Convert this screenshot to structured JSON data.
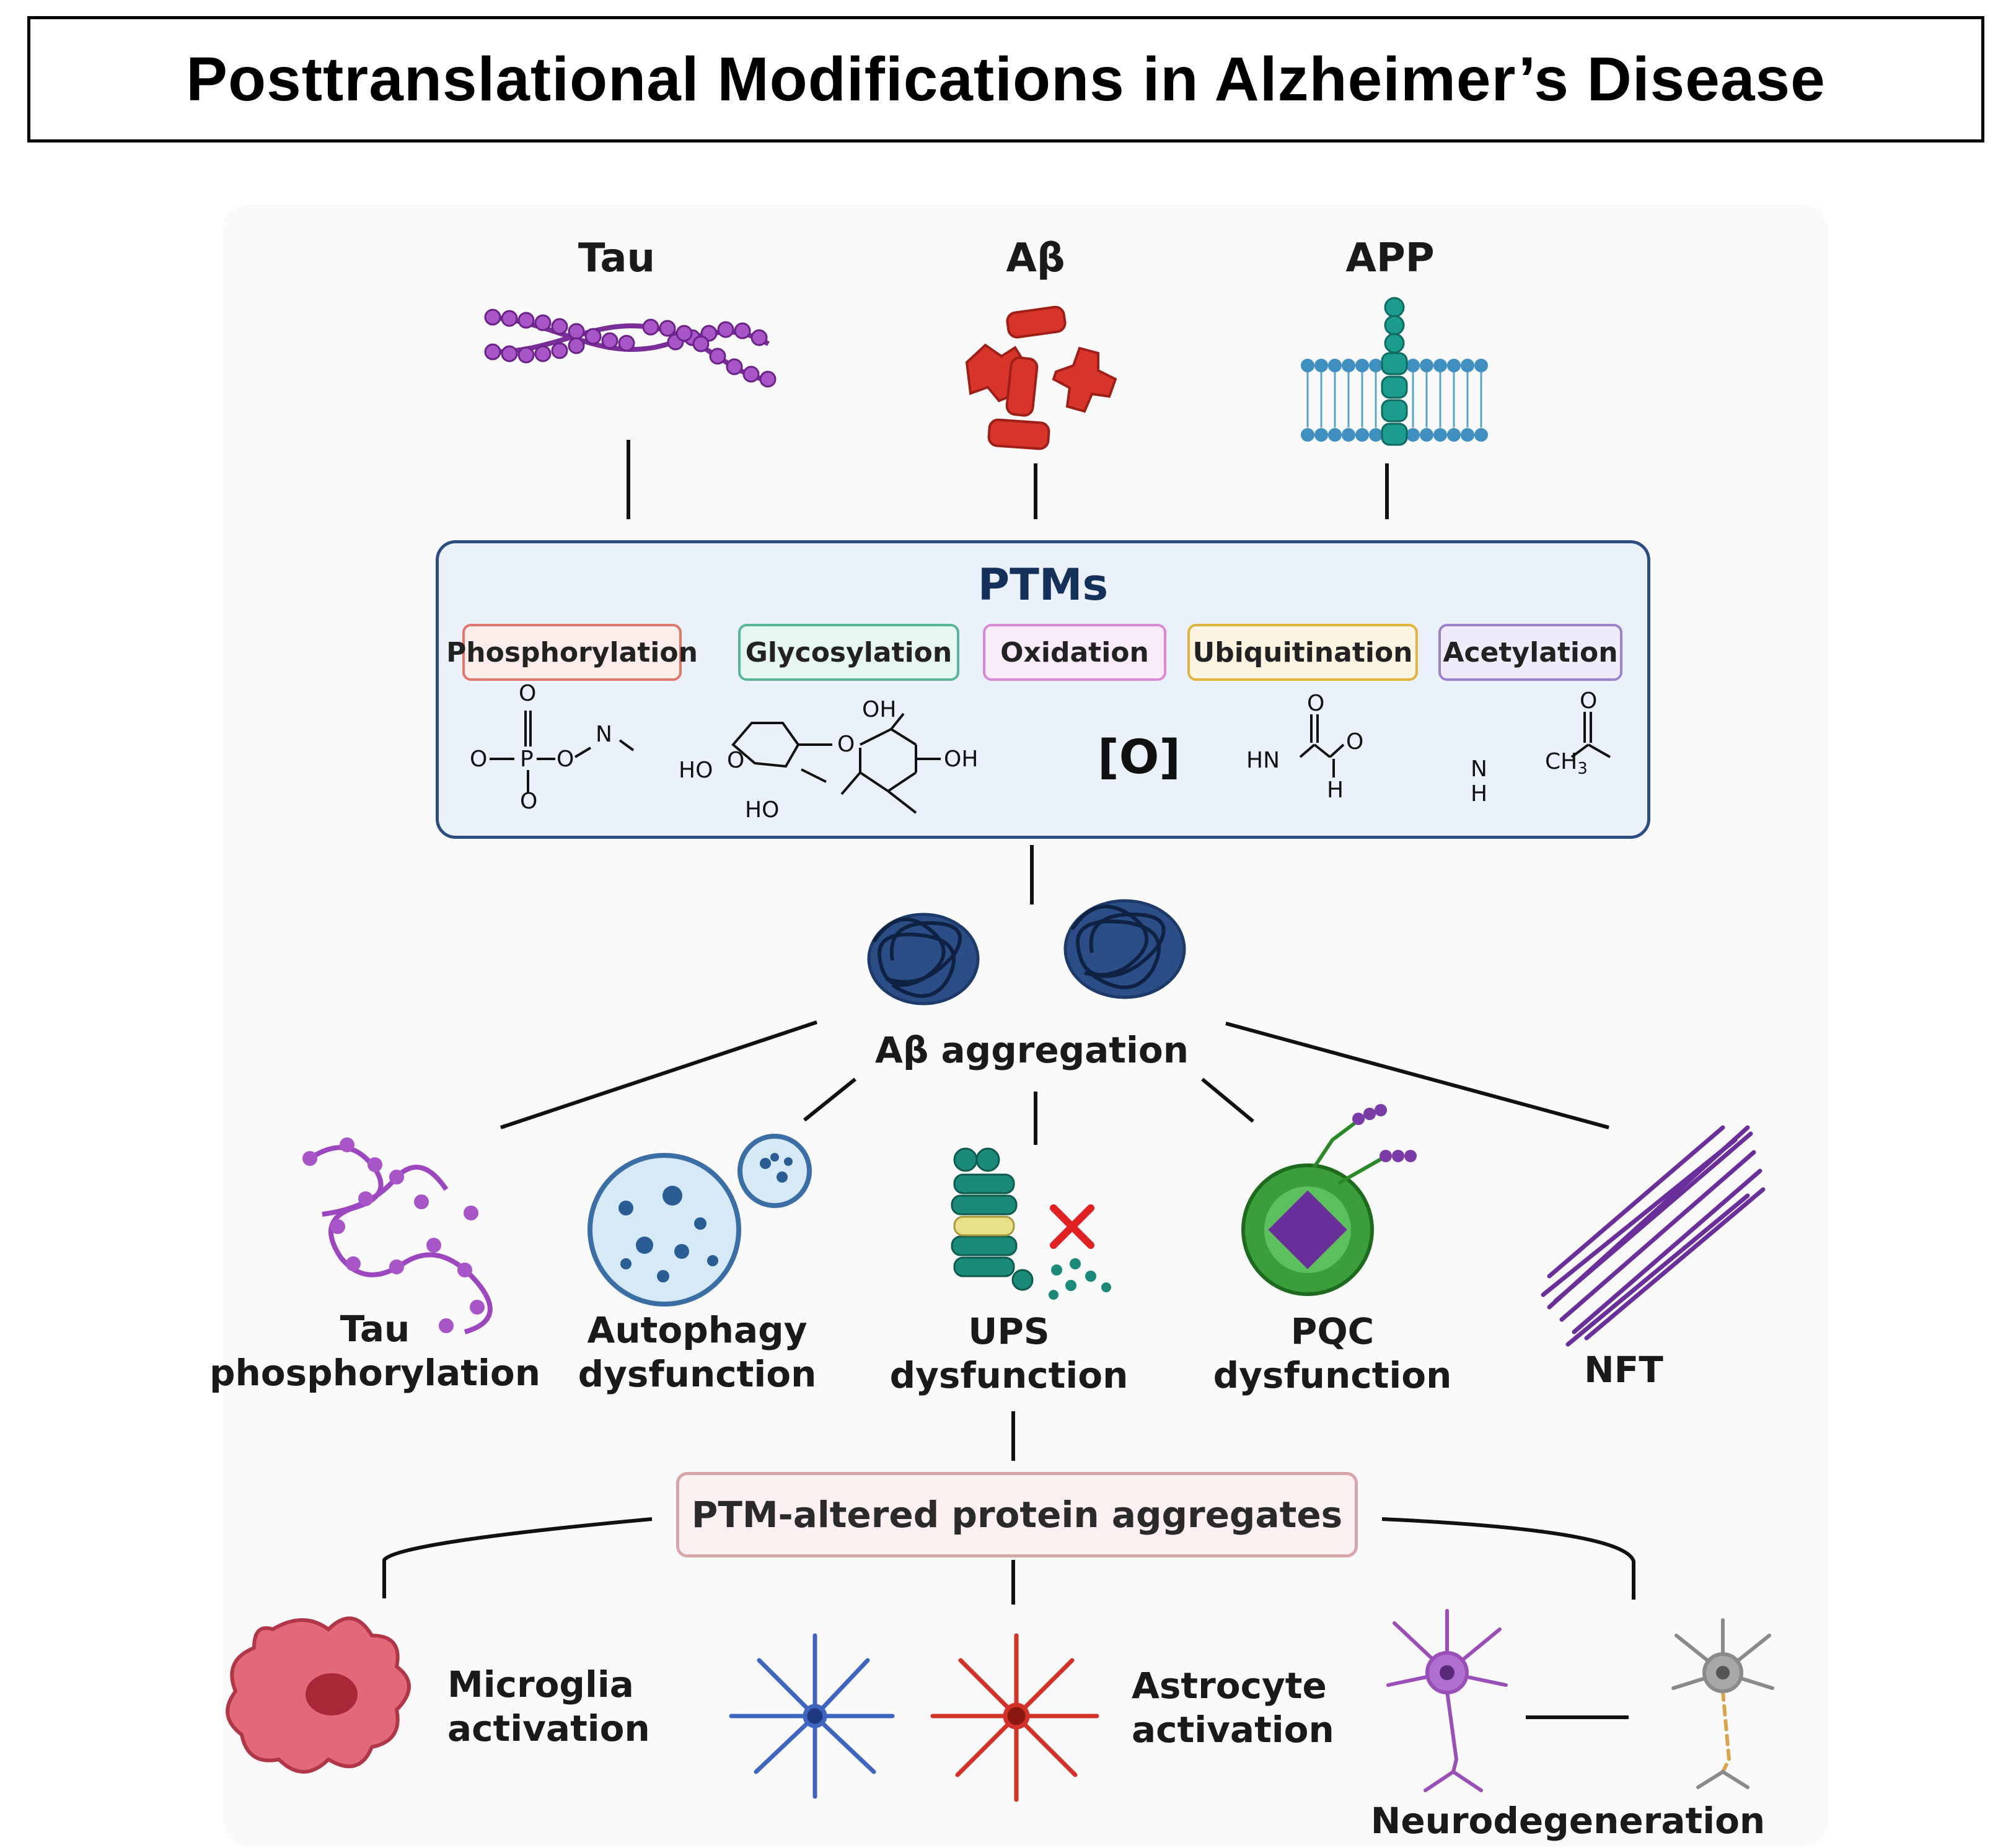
{
  "title": "Posttranslational Modifications in Alzheimer’s Disease",
  "sources": [
    "Tau",
    "Aβ",
    "APP"
  ],
  "ptms": {
    "title": "PTMs",
    "types": [
      {
        "label": "Phosphorylation",
        "border": "#e0766a",
        "fill": "#fcecea"
      },
      {
        "label": "Glycosylation",
        "border": "#59b597",
        "fill": "#e6f6f0"
      },
      {
        "label": "Oxidation",
        "border": "#d88ad8",
        "fill": "#fbecfb"
      },
      {
        "label": "Ubiquitination",
        "border": "#e3b33d",
        "fill": "#fdf5e2"
      },
      {
        "label": "Acetylation",
        "border": "#9b82cf",
        "fill": "#f0ebfa"
      }
    ],
    "oxidation_symbol": "[O]"
  },
  "chem": {
    "phos_o_top": "O",
    "phos_o_left": "O",
    "phos_p": "P",
    "phos_o_mid": "O",
    "phos_n": "N",
    "phos_o_bottom": "O",
    "glyc_ho1": "HO",
    "glyc_o1": "O",
    "glyc_o2": "O",
    "glyc_oh_top": "OH",
    "glyc_oh_right": "OH",
    "glyc_ho2": "HO",
    "ubiq_o_top": "O",
    "ubiq_hn": "HN",
    "ubiq_o_right": "O",
    "ubiq_h": "H",
    "acet_o_top": "O",
    "acet_n": "N",
    "acet_h": "H",
    "acet_ch": "CH",
    "acet_3": "3"
  },
  "aggregation_label": "Aβ aggregation",
  "outcomes": [
    {
      "line1": "Tau",
      "line2": "phosphorylation"
    },
    {
      "line1": "Autophagy",
      "line2": "dysfunction"
    },
    {
      "line1": "UPS",
      "line2": "dysfunction"
    },
    {
      "line1": "PQC",
      "line2": "dysfunction"
    },
    {
      "line1": "NFT",
      "line2": ""
    }
  ],
  "aggregates_label": "PTM-altered protein aggregates",
  "effects": [
    {
      "line1": "Microglia",
      "line2": "activation"
    },
    {
      "line1": "Astrocyte",
      "line2": "activation"
    },
    {
      "line1": "Neurodegeneration",
      "line2": ""
    }
  ],
  "colors": {
    "tau": "#a855c8",
    "abeta": "#d8352a",
    "app": "#1c9c8c",
    "membrane": "#5aa3cf",
    "ptm_border": "#2c4d80",
    "ptm_fill": "#eaf1fa",
    "aggregate": "#1e3a6a",
    "microglia": "#d8485a",
    "astro_blue": "#3e66c0",
    "astro_red": "#d23228",
    "neuron_purple": "#9a4fb8",
    "neuron_gray": "#8a8a8a",
    "ups_cross": "#e22222"
  }
}
